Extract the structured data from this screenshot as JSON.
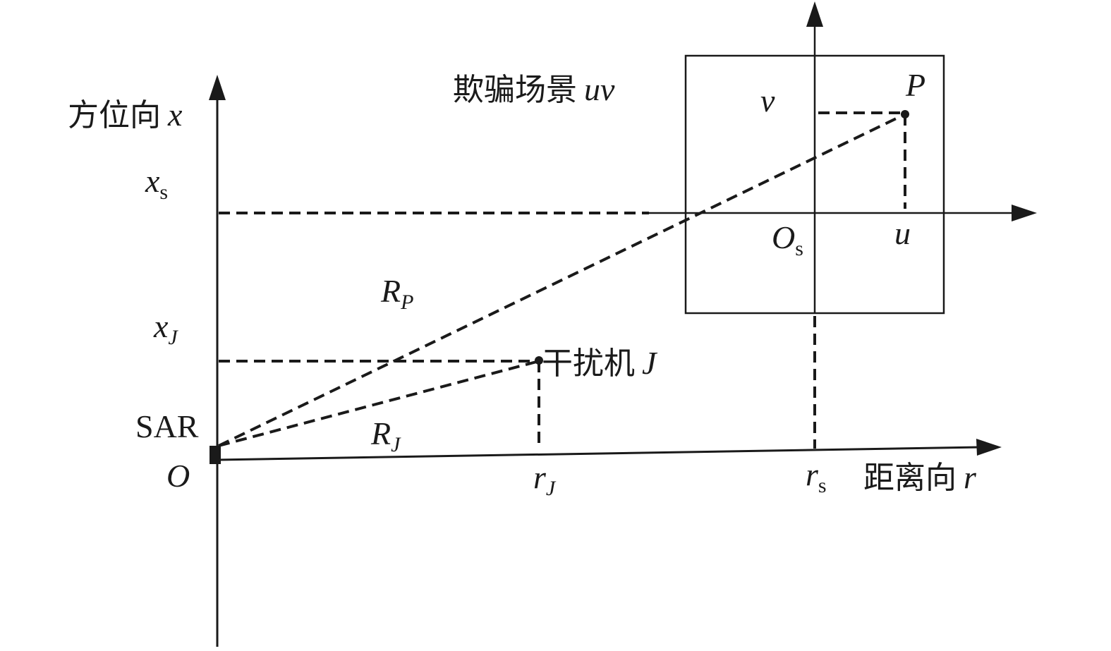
{
  "labels": {
    "azimuth_axis": {
      "text": "方位向",
      "var": "x"
    },
    "range_axis": {
      "text": "距离向",
      "var": "r"
    },
    "scene": {
      "text": "欺骗场景",
      "var": "uv"
    },
    "jammer": {
      "text": "干扰机",
      "var": "J"
    },
    "sar": "SAR",
    "origin": "O",
    "scene_origin": {
      "main": "O",
      "sub": "s"
    },
    "point_p": "P",
    "u": "u",
    "v": "v",
    "xs": {
      "main": "x",
      "sub": "s"
    },
    "xj": {
      "main": "x",
      "sub": "J"
    },
    "rj": {
      "main": "r",
      "sub": "J"
    },
    "rs": {
      "main": "r",
      "sub": "s"
    },
    "Rp": {
      "main": "R",
      "sub": "P"
    },
    "Rj": {
      "main": "R",
      "sub": "J"
    }
  },
  "colors": {
    "ink": "#1a1a1a",
    "background": "#ffffff"
  }
}
